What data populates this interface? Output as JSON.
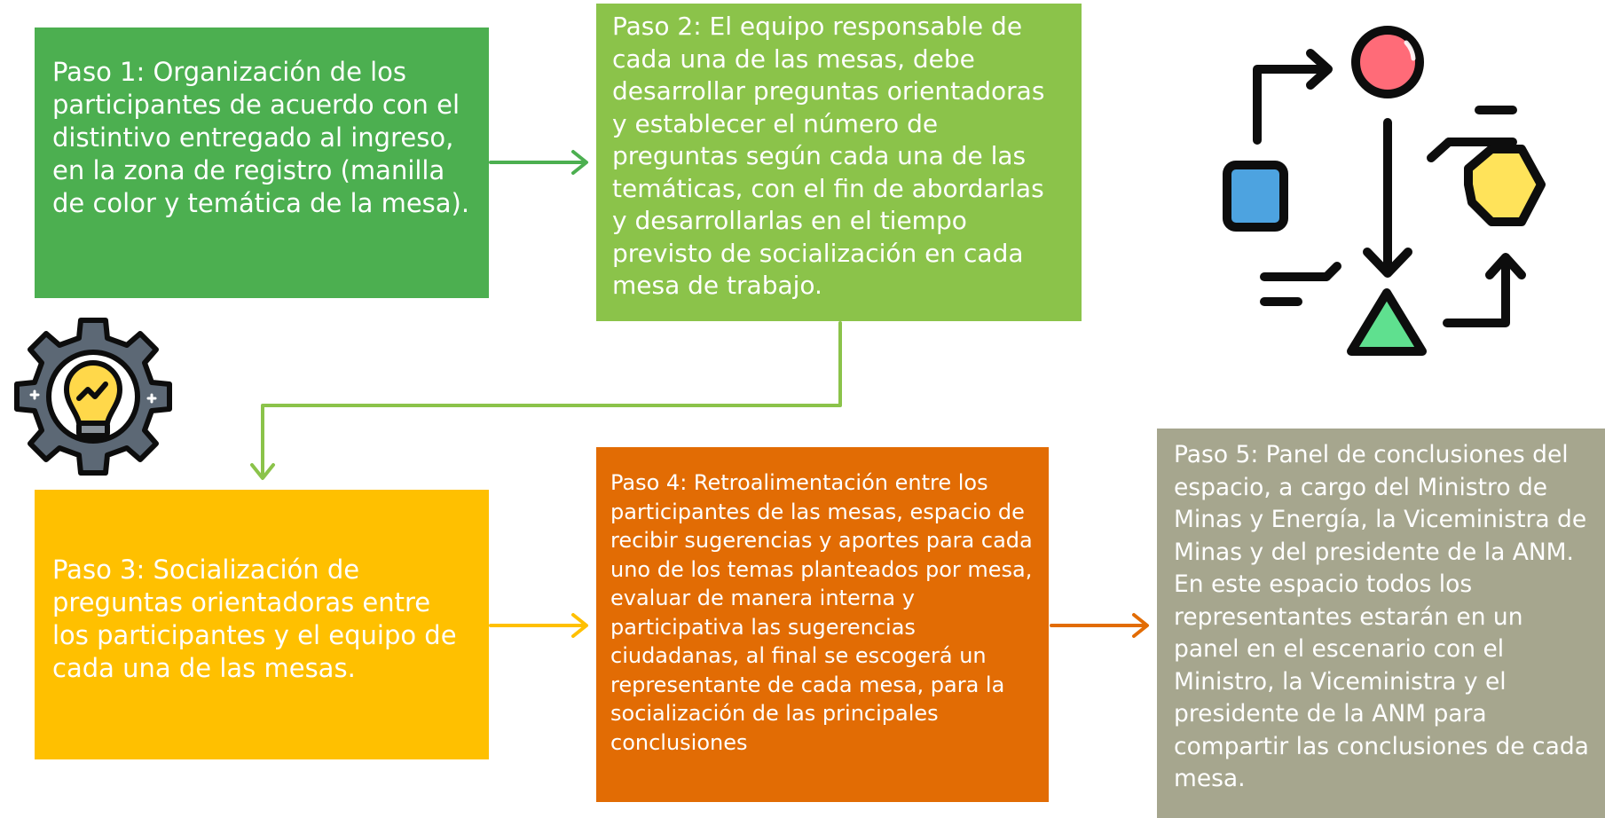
{
  "steps": [
    {
      "id": "paso-1",
      "text": "Paso 1: Organización de los participantes de acuerdo con el distintivo entregado al ingreso, en la zona de registro (manilla de color y temática de la mesa).",
      "color": "#4caf50"
    },
    {
      "id": "paso-2",
      "text": "Paso 2: El equipo responsable de cada una de las mesas, debe desarrollar preguntas orientadoras y establecer el número de preguntas según cada una de las temáticas, con el fin de abordarlas y desarrollarlas en el tiempo previsto de socialización en cada mesa de trabajo.",
      "color": "#8bc34a"
    },
    {
      "id": "paso-3",
      "text": "Paso 3: Socialización de preguntas orientadoras entre los participantes y el equipo de cada una de las mesas.",
      "color": "#ffc000"
    },
    {
      "id": "paso-4",
      "text": "Paso 4: Retroalimentación entre los participantes de las mesas, espacio de recibir sugerencias y aportes para cada uno de los temas planteados por mesa, evaluar de manera interna y participativa las sugerencias  ciudadanas, al final se escogerá un representante de cada mesa, para la socialización de las principales conclusiones",
      "color": "#e26c04"
    },
    {
      "id": "paso-5",
      "text": "Paso 5: Panel de conclusiones del espacio, a cargo del Ministro de Minas y Energía, la Viceministra de Minas y del presidente de la ANM. En este espacio todos los representantes estarán en un panel  en el escenario con el Ministro, la Viceministra y el presidente de la ANM para compartir las conclusiones de cada mesa.",
      "color": "#a6a68e"
    }
  ],
  "connectors": [
    {
      "from": "paso-1",
      "to": "paso-2",
      "color": "#4caf50"
    },
    {
      "from": "paso-2",
      "to": "paso-3",
      "color": "#8bc34a"
    },
    {
      "from": "paso-3",
      "to": "paso-4",
      "color": "#ffc000"
    },
    {
      "from": "paso-4",
      "to": "paso-5",
      "color": "#e26c04"
    }
  ],
  "icons": [
    {
      "name": "lightbulb-gear-icon"
    },
    {
      "name": "process-flow-icon"
    }
  ]
}
